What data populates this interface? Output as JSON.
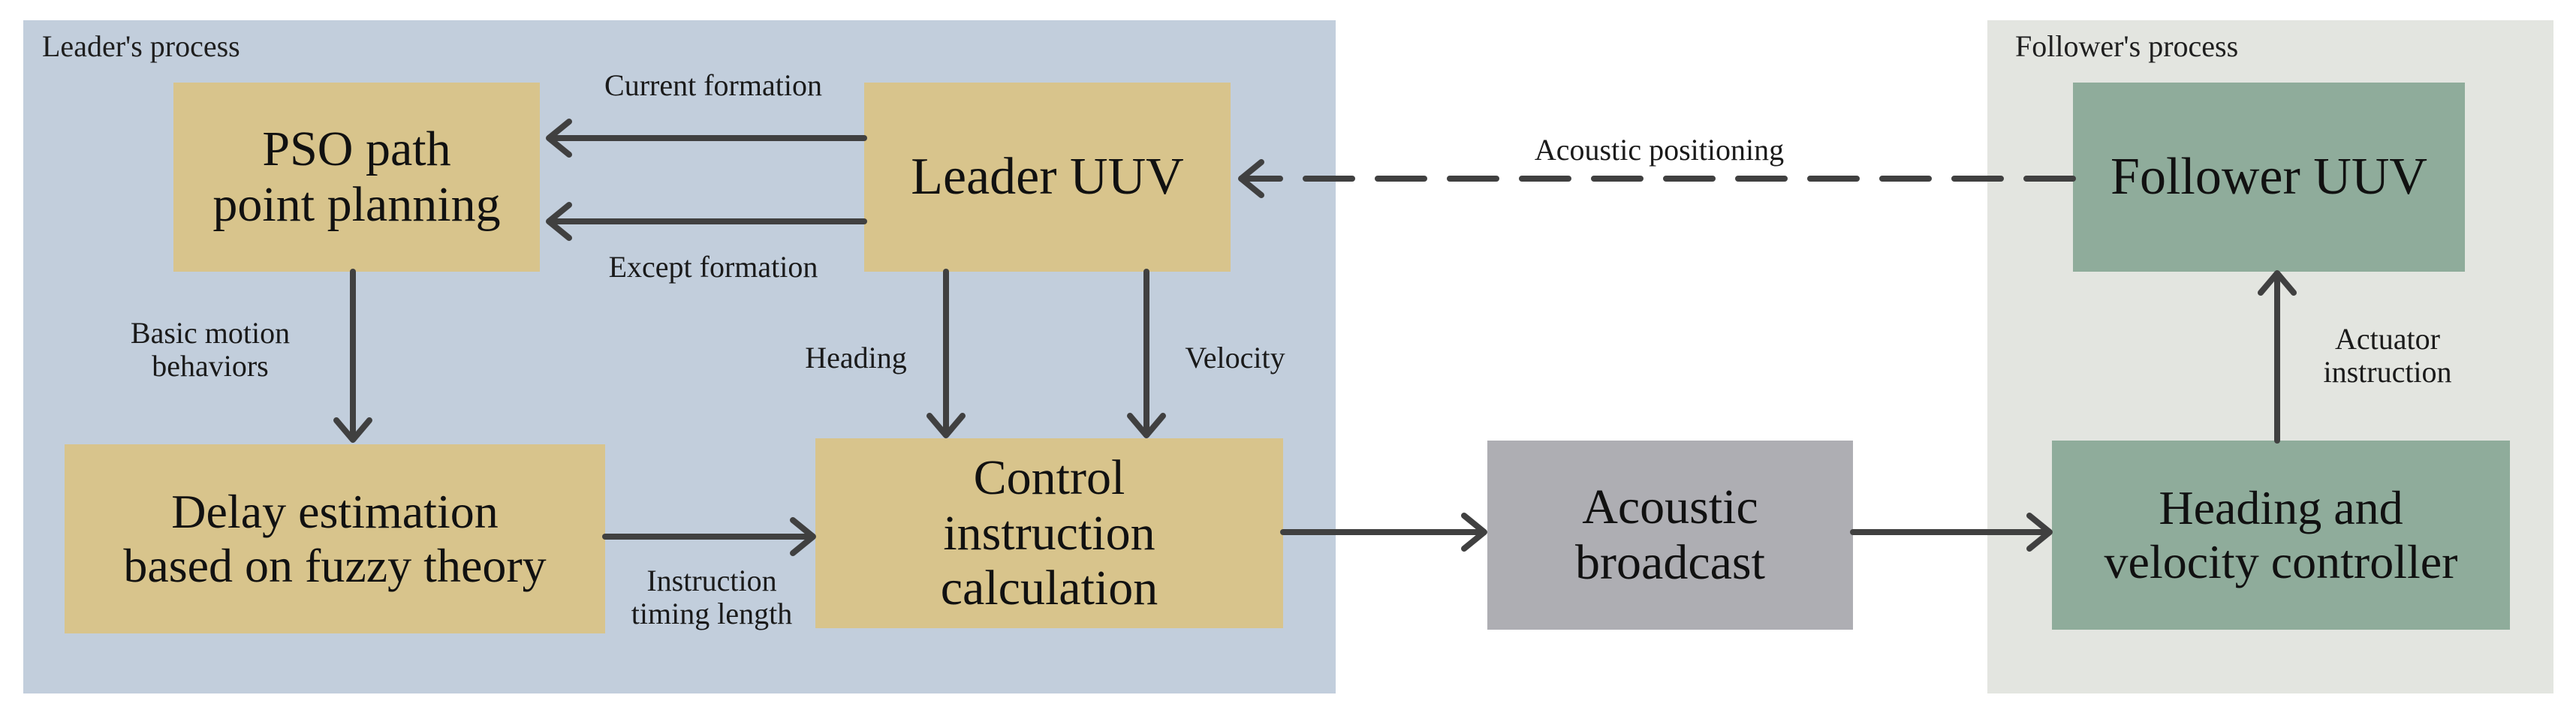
{
  "panels": {
    "leader": {
      "title": "Leader's process",
      "color": "#c2cedc"
    },
    "follower": {
      "title": "Follower's process",
      "color": "#e3e5e0"
    }
  },
  "nodes": {
    "pso": "PSO path\npoint planning",
    "leader_uuv": "Leader UUV",
    "delay": "Delay estimation\nbased on fuzzy theory",
    "control": "Control\ninstruction\ncalculation",
    "broadcast": "Acoustic\nbroadcast",
    "follower_uuv": "Follower UUV",
    "controller": "Heading and\nvelocity controller"
  },
  "edges": {
    "current_formation": "Current formation",
    "except_formation": "Except formation",
    "acoustic_positioning": "Acoustic positioning",
    "basic_motion": "Basic motion\nbehaviors",
    "heading": "Heading",
    "velocity": "Velocity",
    "instruction_timing": "Instruction\ntiming length",
    "actuator": "Actuator\ninstruction"
  },
  "colors": {
    "gold_box": "#d8c48c",
    "gray_box": "#aeaeb3",
    "green_box": "#8fac9b",
    "arrow": "#404040"
  }
}
